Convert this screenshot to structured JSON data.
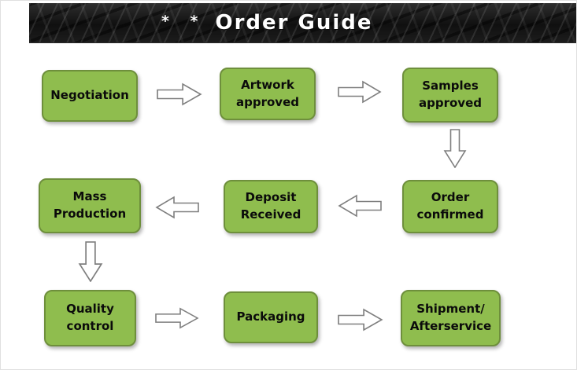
{
  "header": {
    "decoration": "* *",
    "title": "Order Guide"
  },
  "colors": {
    "node_fill": "#8fbd4e",
    "node_border": "#6e8f3c",
    "header_bg": "#121212",
    "arrow_fill": "#ffffff",
    "arrow_stroke": "#7f7f7f",
    "title_color": "#ffffff"
  },
  "diagram": {
    "type": "flowchart",
    "nodes": [
      {
        "id": "negotiation",
        "label": "Negotiation"
      },
      {
        "id": "artwork-approved",
        "label": "Artwork\napproved"
      },
      {
        "id": "samples-approved",
        "label": "Samples\napproved"
      },
      {
        "id": "order-confirmed",
        "label": "Order\nconfirmed"
      },
      {
        "id": "deposit-received",
        "label": "Deposit\nReceived"
      },
      {
        "id": "mass-production",
        "label": "Mass\nProduction"
      },
      {
        "id": "quality-control",
        "label": "Quality\ncontrol"
      },
      {
        "id": "packaging",
        "label": "Packaging"
      },
      {
        "id": "shipment-afterservice",
        "label": "Shipment/\nAfterservice"
      }
    ],
    "edges": [
      {
        "from": "negotiation",
        "to": "artwork-approved",
        "direction": "right"
      },
      {
        "from": "artwork-approved",
        "to": "samples-approved",
        "direction": "right"
      },
      {
        "from": "samples-approved",
        "to": "order-confirmed",
        "direction": "down"
      },
      {
        "from": "order-confirmed",
        "to": "deposit-received",
        "direction": "left"
      },
      {
        "from": "deposit-received",
        "to": "mass-production",
        "direction": "left"
      },
      {
        "from": "mass-production",
        "to": "quality-control",
        "direction": "down"
      },
      {
        "from": "quality-control",
        "to": "packaging",
        "direction": "right"
      },
      {
        "from": "packaging",
        "to": "shipment-afterservice",
        "direction": "right"
      }
    ]
  }
}
